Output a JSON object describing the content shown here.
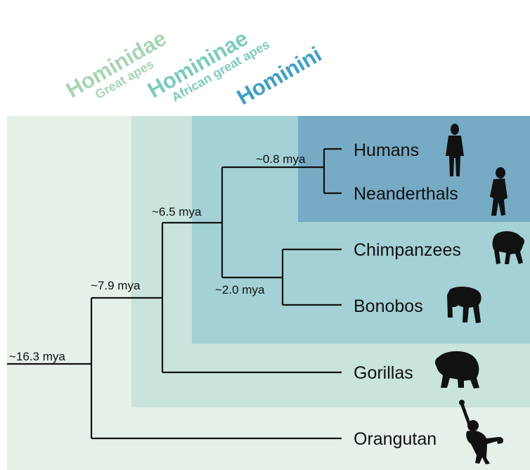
{
  "colors": {
    "hominidae_box": "#e6f0e8",
    "homininae_box": "#c8e4dc",
    "hominini_box": "#a3d1d6",
    "humans_box": "#77aac4",
    "hominidae_text": "#a8d4b4",
    "homininae_text": "#7ccabe",
    "hominini_text": "#3f9fc4",
    "branch": "#111111"
  },
  "groups": [
    {
      "name": "Hominidae",
      "subtitle": "Great apes"
    },
    {
      "name": "Homininae",
      "subtitle": "African great apes"
    },
    {
      "name": "Hominini",
      "subtitle": ""
    }
  ],
  "nodes": [
    {
      "label": "~16.3 mya"
    },
    {
      "label": "~7.9 mya"
    },
    {
      "label": "~6.5 mya"
    },
    {
      "label": "~0.8 mya"
    },
    {
      "label": "~2.0 mya"
    }
  ],
  "leaves": [
    {
      "label": "Humans",
      "icon": "human-silhouette-icon"
    },
    {
      "label": "Neanderthals",
      "icon": "neanderthal-silhouette-icon"
    },
    {
      "label": "Chimpanzees",
      "icon": "chimpanzee-silhouette-icon"
    },
    {
      "label": "Bonobos",
      "icon": "bonobo-silhouette-icon"
    },
    {
      "label": "Gorillas",
      "icon": "gorilla-silhouette-icon"
    },
    {
      "label": "Orangutan",
      "icon": "orangutan-silhouette-icon"
    }
  ]
}
